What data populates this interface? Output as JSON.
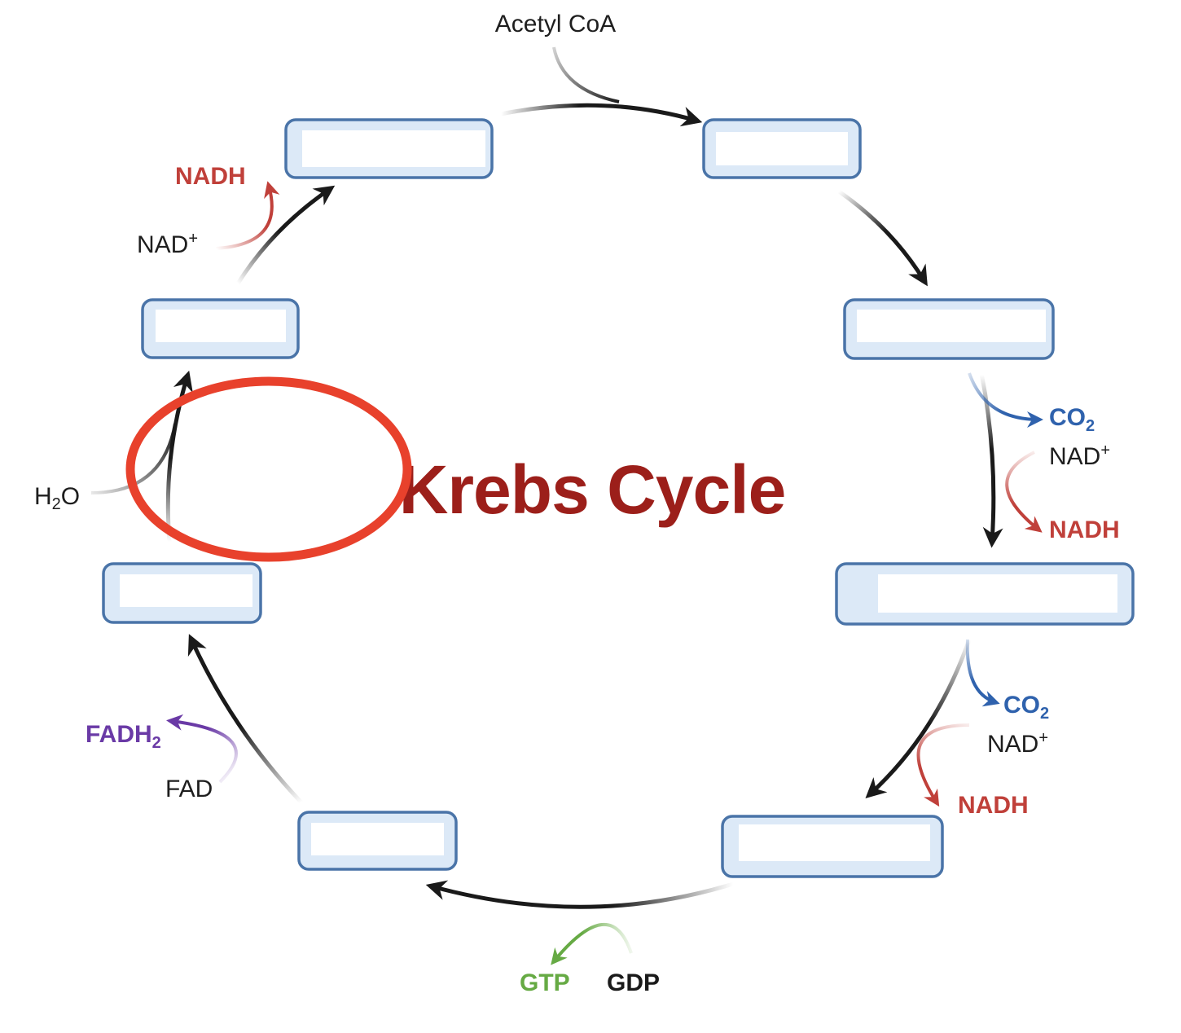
{
  "title": "Krebs Cycle",
  "labels": {
    "acetyl_coa": "Acetyl CoA",
    "nadh": "NADH",
    "nad_plus_base": "NAD",
    "nad_plus_sup": "+",
    "co2_base": "CO",
    "co2_sub": "2",
    "gtp": "GTP",
    "gdp": "GDP",
    "fadh2_base": "FADH",
    "fadh2_sub": "2",
    "fad": "FAD",
    "h2o_h": "H",
    "h2o_sub": "2",
    "h2o_o": "O"
  },
  "colors": {
    "title": "#9c1f1a",
    "nadh": "#c0403a",
    "co2": "#2f62ad",
    "gtp": "#66aa44",
    "fadh2": "#6a3aa6",
    "box_border": "#4a74a8",
    "box_fill": "#dce9f7",
    "arrow": "#1a1a1a",
    "highlight_circle": "#e8412c"
  },
  "boxes": [
    {
      "id": "top-left",
      "text": ""
    },
    {
      "id": "top-right",
      "text": ""
    },
    {
      "id": "right-upper",
      "text": ""
    },
    {
      "id": "right-middle",
      "text": ""
    },
    {
      "id": "bottom-right",
      "text": ""
    },
    {
      "id": "bottom-left",
      "text": ""
    },
    {
      "id": "left-lower",
      "text": ""
    },
    {
      "id": "left-upper",
      "text": ""
    }
  ]
}
